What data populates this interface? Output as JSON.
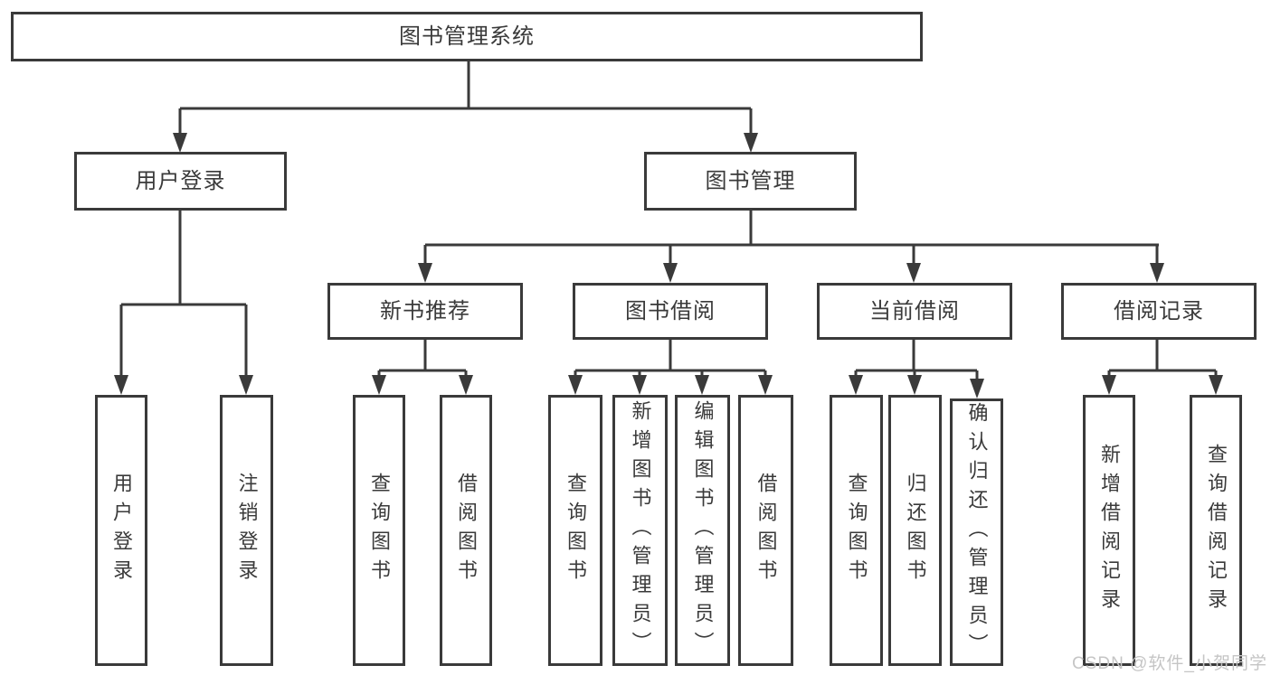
{
  "diagram": {
    "type": "hierarchy-tree",
    "watermark": "CSDN @软件_小贺同学",
    "colors": {
      "line": "#3a3a3a",
      "box_border": "#3a3a3a",
      "box_fill": "#ffffff",
      "text": "#3a3a3a",
      "watermark": "#c5c5c5",
      "background": "#ffffff"
    },
    "tree": {
      "label": "图书管理系统",
      "children": [
        {
          "label": "用户登录",
          "children": [
            {
              "label": "用户登录"
            },
            {
              "label": "注销登录"
            }
          ]
        },
        {
          "label": "图书管理",
          "children": [
            {
              "label": "新书推荐",
              "children": [
                {
                  "label": "查询图书"
                },
                {
                  "label": "借阅图书"
                }
              ]
            },
            {
              "label": "图书借阅",
              "children": [
                {
                  "label": "查询图书"
                },
                {
                  "label": "新增图书（管理员）"
                },
                {
                  "label": "编辑图书（管理员）"
                },
                {
                  "label": "借阅图书"
                }
              ]
            },
            {
              "label": "当前借阅",
              "children": [
                {
                  "label": "查询图书"
                },
                {
                  "label": "归还图书"
                },
                {
                  "label": "确认归还（管理员）"
                }
              ]
            },
            {
              "label": "借阅记录",
              "children": [
                {
                  "label": "新增借阅记录"
                },
                {
                  "label": "查询借阅记录"
                }
              ]
            }
          ]
        }
      ]
    }
  }
}
